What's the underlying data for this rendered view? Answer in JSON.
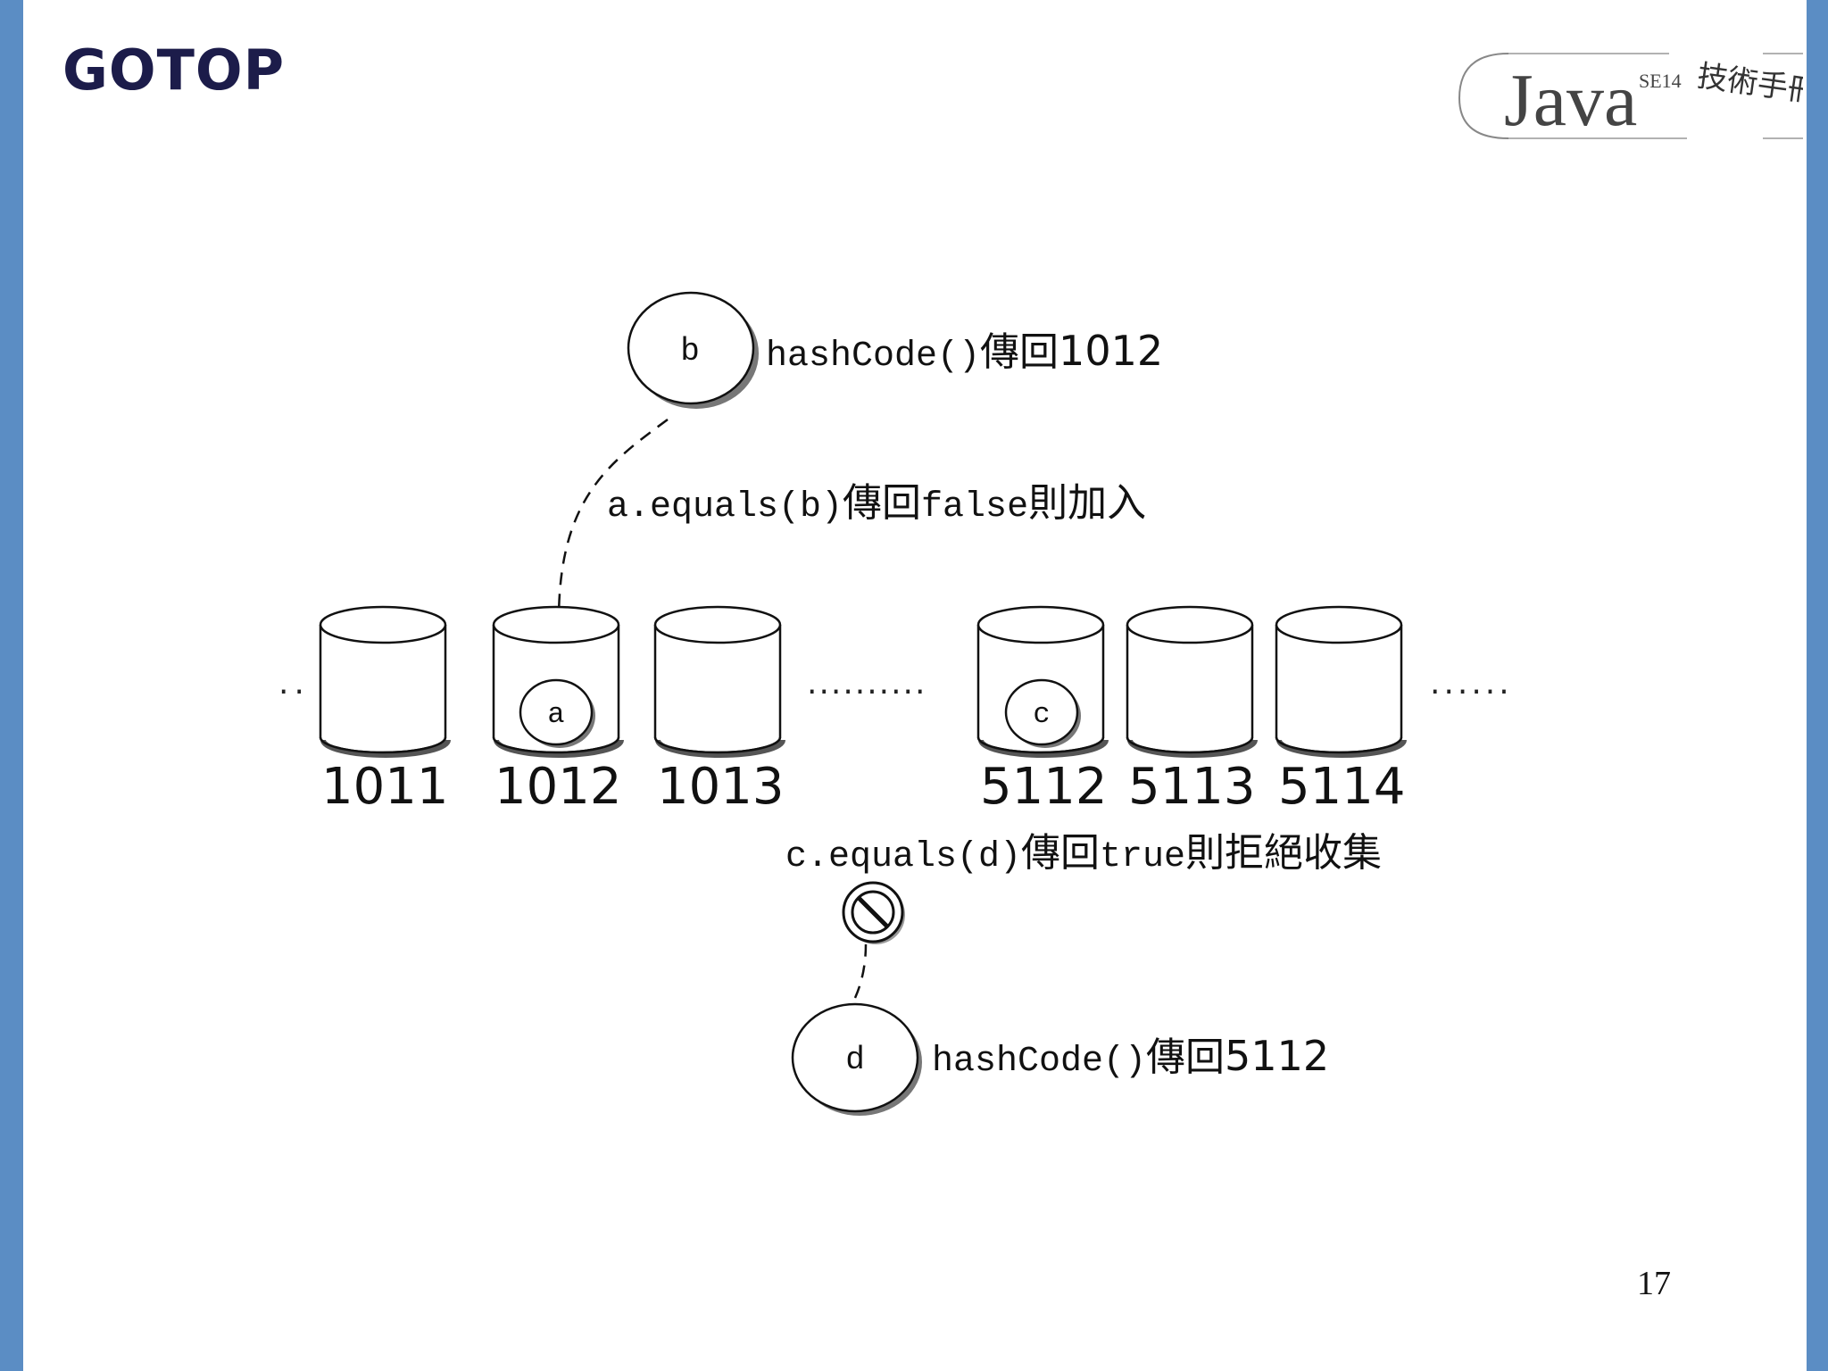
{
  "header": {
    "publisher_logo": "GOTOP",
    "book_logo": {
      "main": "Java",
      "super": "SE14",
      "side": "技術手冊"
    }
  },
  "nodes": {
    "b": {
      "label": "b",
      "hash_text_code": "hashCode()",
      "hash_text_cjk": "傳回",
      "hash_value": "1012"
    },
    "d": {
      "label": "d",
      "hash_text_code": "hashCode()",
      "hash_text_cjk": "傳回",
      "hash_value": "5112"
    }
  },
  "edges": {
    "ab": {
      "code": "a.equals(b)",
      "cjk1": "傳回",
      "code2": "false",
      "cjk2": "則加入"
    },
    "cd": {
      "code": "c.equals(d)",
      "cjk1": "傳回",
      "code2": "true",
      "cjk2": "則拒絕收集"
    }
  },
  "buckets": [
    {
      "id": "1011",
      "content": ""
    },
    {
      "id": "1012",
      "content": "a"
    },
    {
      "id": "1013",
      "content": ""
    },
    {
      "id": "5112",
      "content": "c"
    },
    {
      "id": "5113",
      "content": ""
    },
    {
      "id": "5114",
      "content": ""
    }
  ],
  "ellipses": {
    "left": "..",
    "middle": "..........",
    "right": "......"
  },
  "reject_icon": "prohibited-icon",
  "page_number": "17",
  "colors": {
    "side_bar": "#5b8dc4",
    "logo": "#1c1c4a"
  }
}
